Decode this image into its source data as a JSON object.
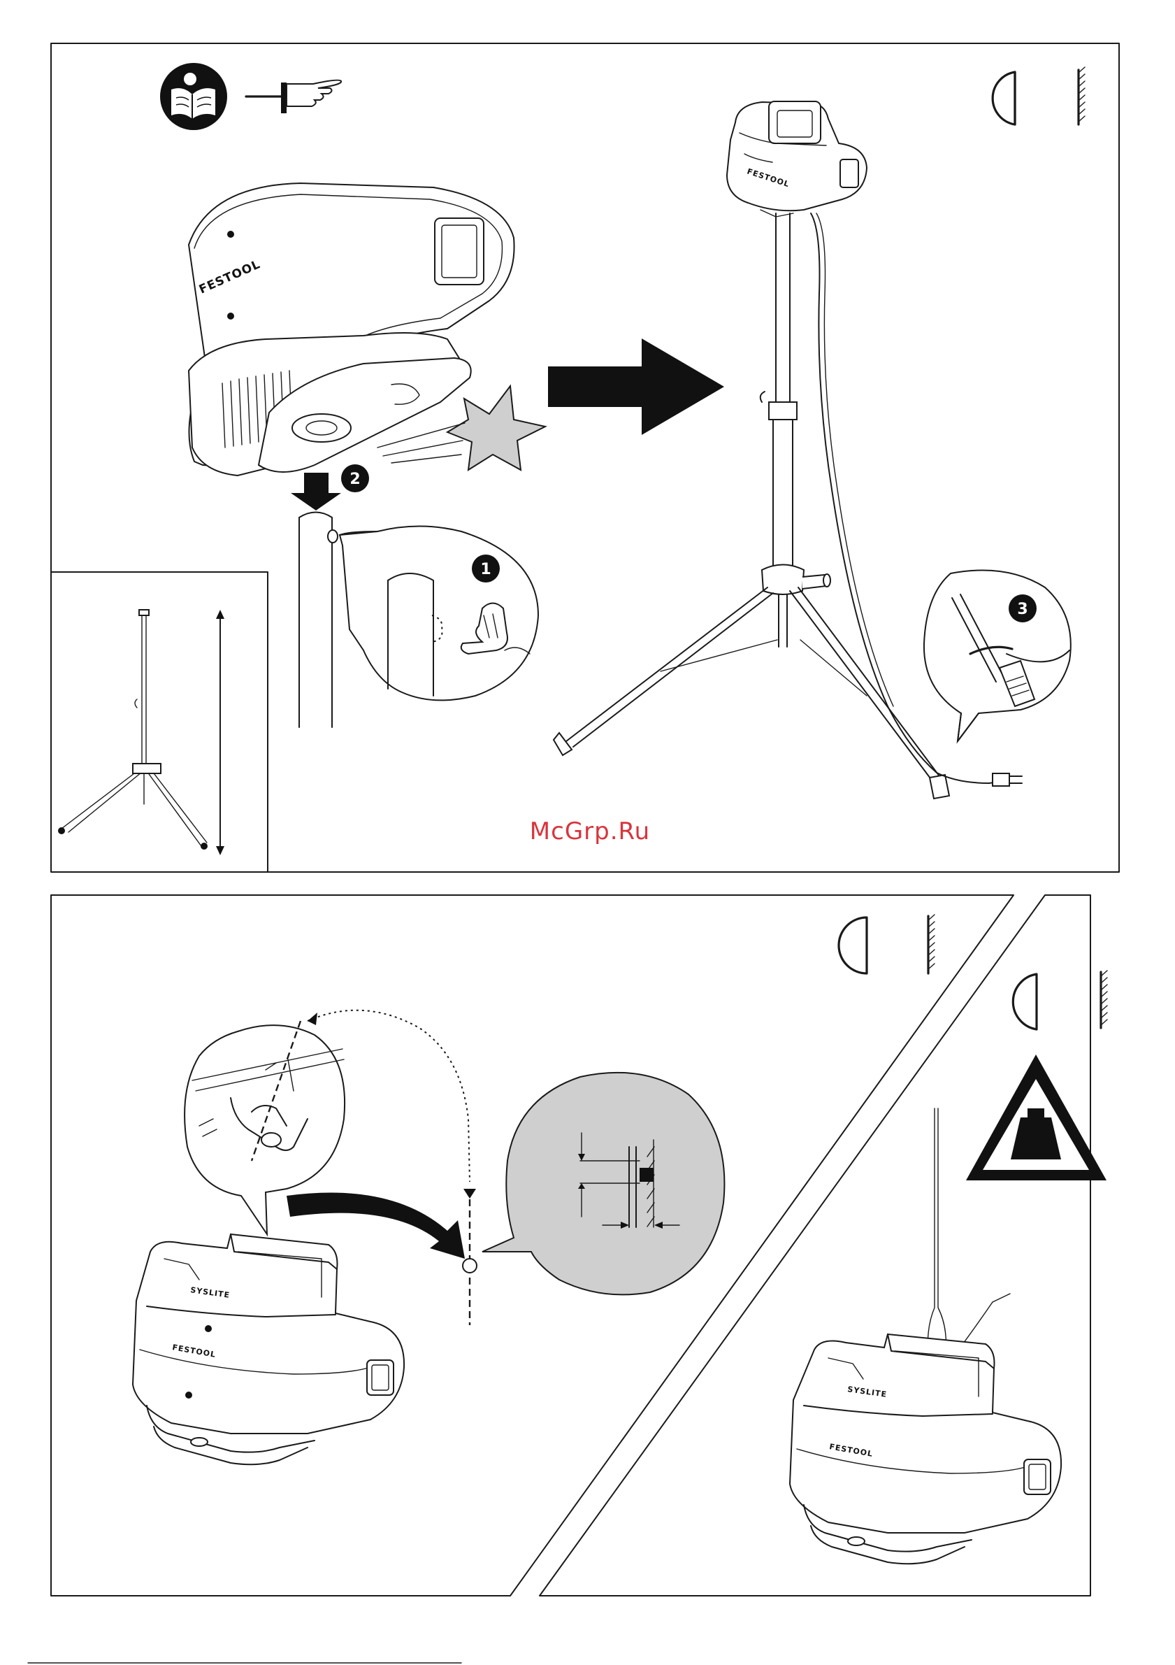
{
  "watermark": "McGrp.Ru",
  "brand": "FESTOOL",
  "model": "SYSLITE",
  "steps": [
    "1",
    "2",
    "3"
  ],
  "colors": {
    "line": "#1a1a1a",
    "bubble_fill": "#d0d0d0",
    "watermark": "#d9343b"
  }
}
